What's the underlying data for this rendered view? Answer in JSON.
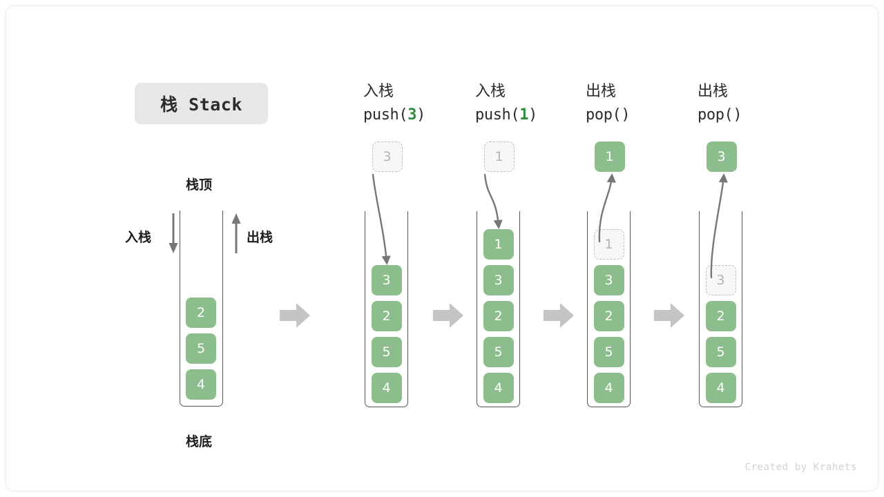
{
  "figure": {
    "title_badge": "栈 Stack",
    "credit": "Created by Krahets",
    "accent_green": "#8cbd8c",
    "code_arg_green": "#2e8b3d",
    "ghost_gray": "#b3b3b3",
    "flow_arrow_gray": "#c4c4c4"
  },
  "overview": {
    "top_label": "栈顶",
    "bottom_label": "栈底",
    "push_label": "入栈",
    "pop_label": "出栈",
    "stack": [
      "2",
      "5",
      "4"
    ]
  },
  "steps": [
    {
      "op_cn": "入栈",
      "code_prefix": "push(",
      "code_arg": "3",
      "code_suffix": ")",
      "external_value": "3",
      "external_style": "ghost",
      "direction": "push",
      "stack": [
        {
          "value": "3",
          "style": "filled"
        },
        {
          "value": "2",
          "style": "filled"
        },
        {
          "value": "5",
          "style": "filled"
        },
        {
          "value": "4",
          "style": "filled"
        }
      ]
    },
    {
      "op_cn": "入栈",
      "code_prefix": "push(",
      "code_arg": "1",
      "code_suffix": ")",
      "external_value": "1",
      "external_style": "ghost",
      "direction": "push",
      "stack": [
        {
          "value": "1",
          "style": "filled"
        },
        {
          "value": "3",
          "style": "filled"
        },
        {
          "value": "2",
          "style": "filled"
        },
        {
          "value": "5",
          "style": "filled"
        },
        {
          "value": "4",
          "style": "filled"
        }
      ]
    },
    {
      "op_cn": "出栈",
      "code_prefix": "pop(",
      "code_arg": "",
      "code_suffix": ")",
      "external_value": "1",
      "external_style": "filled",
      "direction": "pop",
      "stack": [
        {
          "value": "1",
          "style": "ghost"
        },
        {
          "value": "3",
          "style": "filled"
        },
        {
          "value": "2",
          "style": "filled"
        },
        {
          "value": "5",
          "style": "filled"
        },
        {
          "value": "4",
          "style": "filled"
        }
      ]
    },
    {
      "op_cn": "出栈",
      "code_prefix": "pop(",
      "code_arg": "",
      "code_suffix": ")",
      "external_value": "3",
      "external_style": "filled",
      "direction": "pop",
      "stack": [
        {
          "value": "3",
          "style": "ghost"
        },
        {
          "value": "2",
          "style": "filled"
        },
        {
          "value": "5",
          "style": "filled"
        },
        {
          "value": "4",
          "style": "filled"
        }
      ]
    }
  ]
}
